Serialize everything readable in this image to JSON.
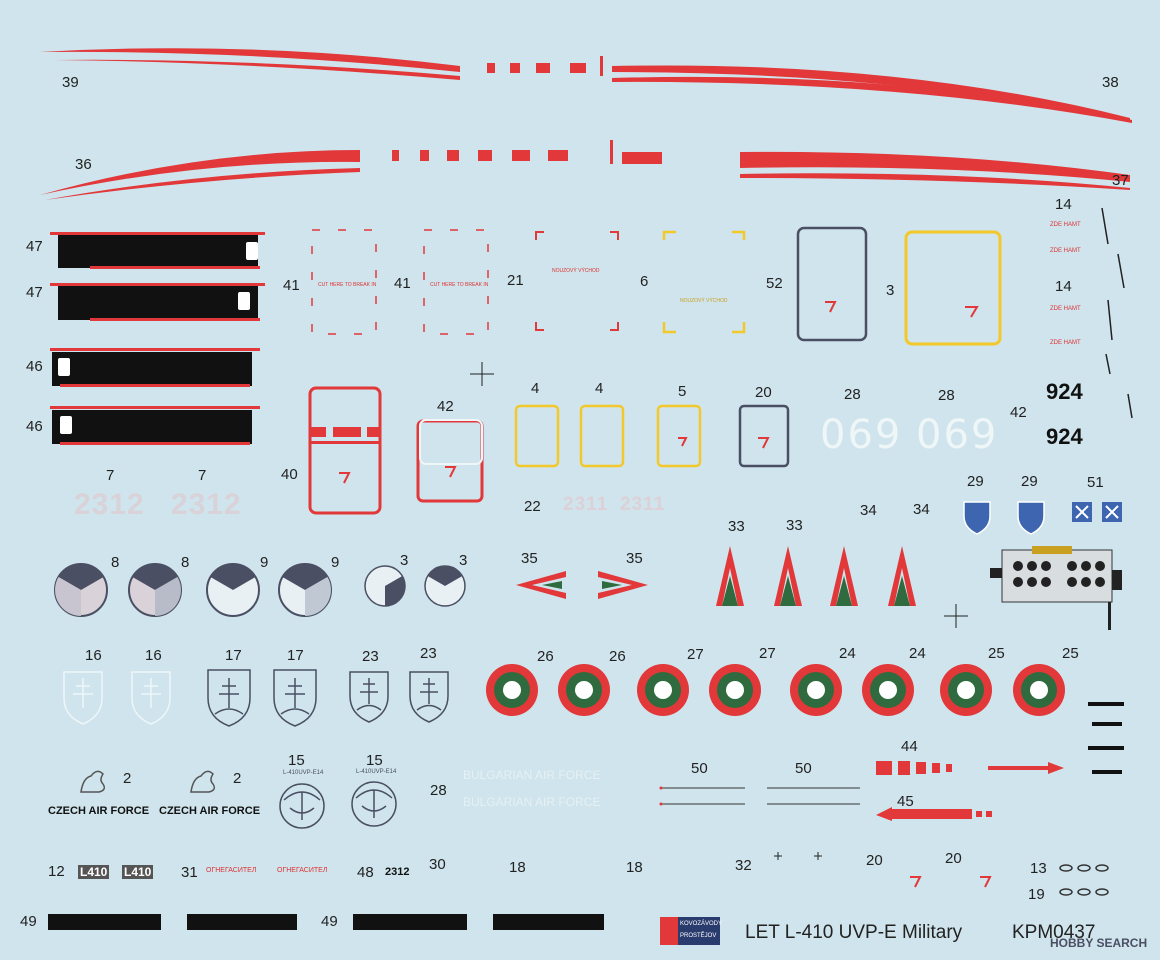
{
  "numbers": {
    "n39": "39",
    "n38": "38",
    "n36": "36",
    "n37": "37",
    "n47": "47",
    "n46": "46",
    "n41": "41",
    "n21": "21",
    "n6": "6",
    "n52": "52",
    "n3": "3",
    "n14": "14",
    "n40": "40",
    "n42": "42",
    "n4": "4",
    "n5": "5",
    "n20": "20",
    "n28": "28",
    "n7": "7",
    "n22": "22",
    "n29": "29",
    "n51": "51",
    "n34": "34",
    "n33": "33",
    "n35": "35",
    "n8": "8",
    "n9": "9",
    "n16": "16",
    "n17": "17",
    "n23": "23",
    "n26": "26",
    "n27": "27",
    "n24": "24",
    "n25": "25",
    "n2": "2",
    "n15": "15",
    "n50": "50",
    "n44": "44",
    "n45": "45",
    "n12": "12",
    "n31": "31",
    "n48": "48",
    "n30": "30",
    "n18": "18",
    "n32": "32",
    "n13": "13",
    "n19": "19",
    "n49": "49"
  },
  "decals": {
    "serial_2312": "2312",
    "serial_2311": "2311",
    "serial_069": "069",
    "code_924": "924",
    "code_2312_small": "2312",
    "czech_air_force": "CZECH AIR FORCE",
    "bulgarian_air_force": "BULGARIAN AIR FORCE",
    "l410": "L410",
    "unit_badge_text": "L-410UVP-E14",
    "cyrillic_warning": "ОГНЕГАСИТЕЛ",
    "cut_here": "CUT HERE TO BREAK IN",
    "zde_hamt": "ZDE HAMT",
    "nouzovy_vychod": "NOUZOVÝ VÝCHOD"
  },
  "footer": {
    "title": "LET L-410 UVP-E Military",
    "code": "KPM0437",
    "maker_line1": "KOVOZÁVODY",
    "maker_line2": "PROSTĚJOV",
    "watermark": "HOBBY SEARCH"
  },
  "colors": {
    "background": "#cfe4ec",
    "red": "#e2383a",
    "black": "#111111",
    "yellow": "#f3c82a",
    "green": "#2f6b3e",
    "slate": "#4a4f63"
  }
}
